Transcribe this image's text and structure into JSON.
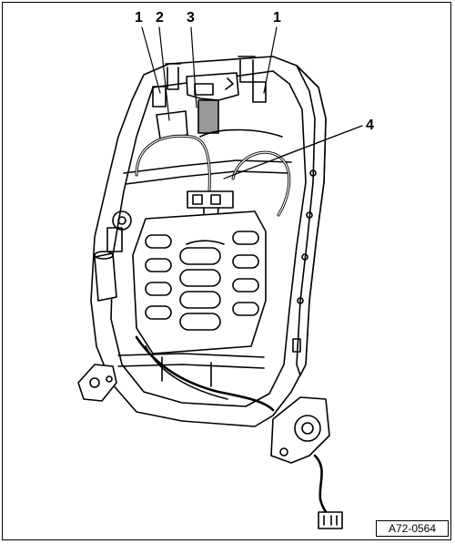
{
  "callouts": {
    "c1_left": "1",
    "c2": "2",
    "c3": "3",
    "c1_right": "1",
    "c4": "4"
  },
  "reference_code": "A72-0564"
}
